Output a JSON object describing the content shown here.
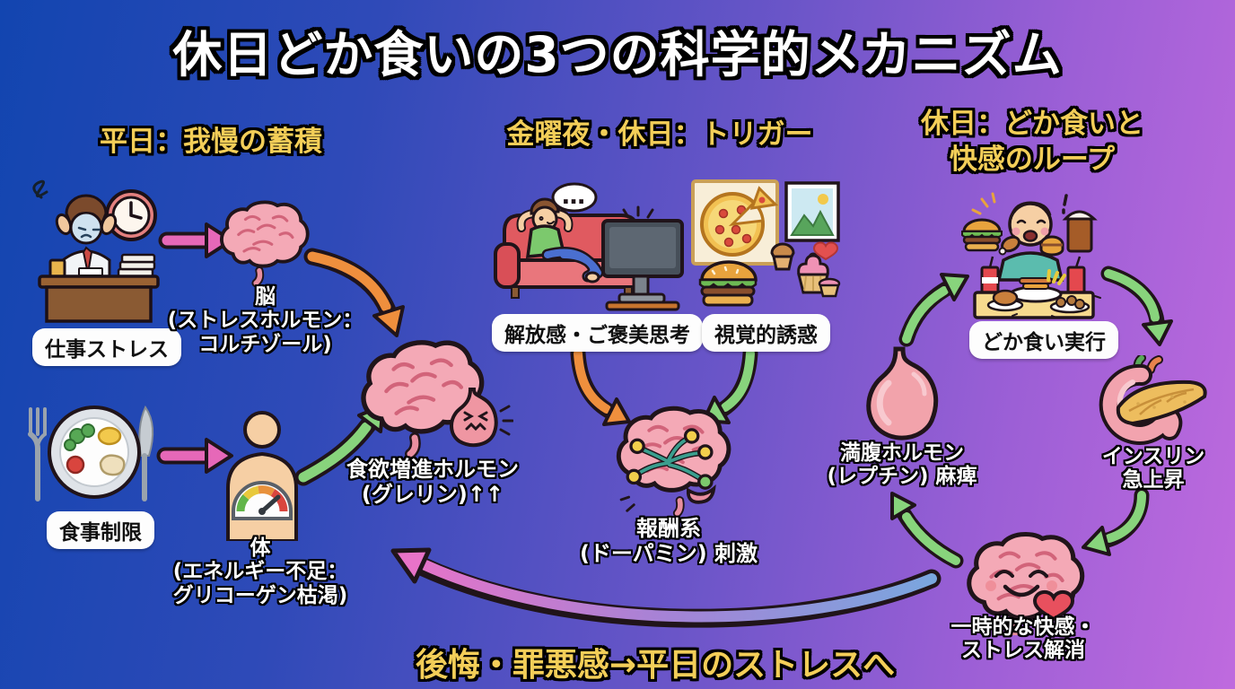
{
  "title": "休日どか食いの3つの科学的メカニズム",
  "colors": {
    "bg_left": "#1245b0",
    "bg_right": "#bf6ade",
    "heading_yellow": "#f3ce58",
    "caption_white": "#ffffff",
    "arrow_pink": "#e668b8",
    "arrow_orange": "#ef8f3d",
    "arrow_green": "#88d47c",
    "regret_arrow_left": "#e873c8",
    "regret_arrow_right": "#7aa6de"
  },
  "sections": {
    "weekday": {
      "header": "平日：我慢の蓄積",
      "work_stress_label": "仕事ストレス",
      "brain_caption": [
        "脳",
        "(ストレスホルモン：",
        "コルチゾール)"
      ],
      "diet_label": "食事制限",
      "body_caption": [
        "体",
        "(エネルギー不足：",
        "グリコーゲン枯渇)"
      ],
      "ghrelin_caption": [
        "食欲増進ホルモン",
        "(グレリン)↑↑"
      ]
    },
    "trigger": {
      "header": "金曜夜・休日：トリガー",
      "bubble": "…",
      "relax_label": "解放感・ご褒美思考",
      "visual_label": "視覚的誘惑",
      "reward_caption": [
        "報酬系",
        "(ドーパミン) 刺激"
      ]
    },
    "loop": {
      "header": [
        "休日：どか食いと",
        "快感のループ"
      ],
      "binge_label": "どか食い実行",
      "insulin_caption": [
        "インスリン",
        "急上昇"
      ],
      "leptin_caption": [
        "満腹ホルモン",
        "(レプチン) 麻痺"
      ],
      "pleasure_caption": [
        "一時的な快感・",
        "ストレス解消"
      ]
    },
    "footer": {
      "regret_text": "後悔・罪悪感→平日のストレスへ"
    }
  }
}
